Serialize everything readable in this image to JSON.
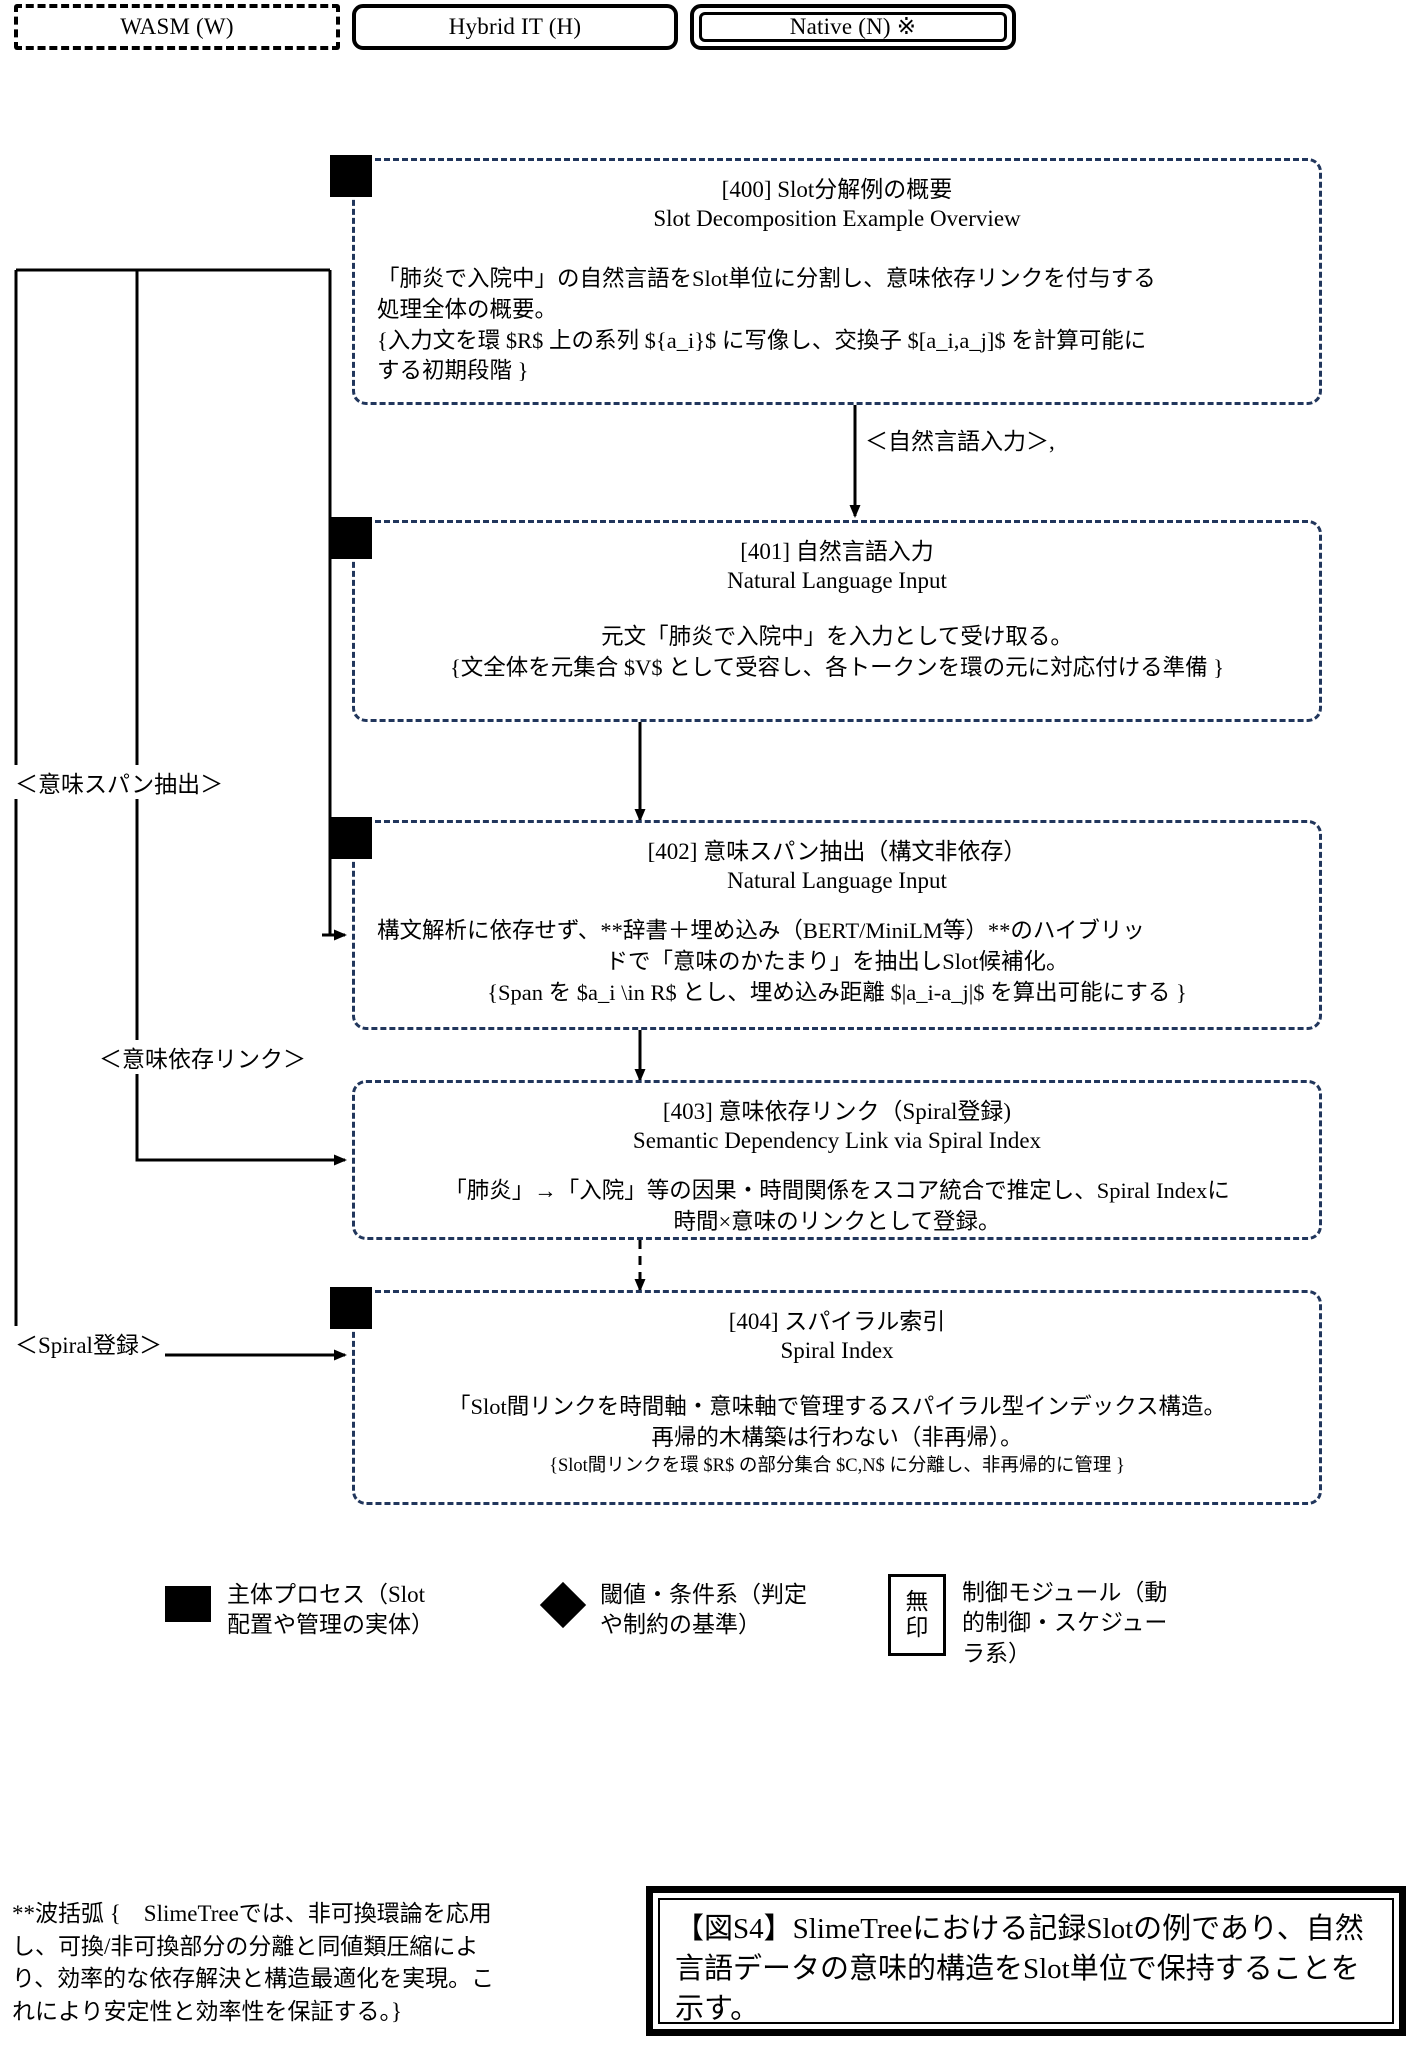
{
  "modes": {
    "wasm": "WASM (W)",
    "hybrid": "Hybrid IT (H)",
    "native": "Native (N) ※"
  },
  "nodes": [
    {
      "id": "400",
      "title_ja": "[400] Slot分解例の概要",
      "title_en": "Slot Decomposition Example Overview",
      "body_lines": [
        "「肺炎で入院中」の自然言語をSlot単位に分割し、意味依存リンクを付与する",
        "処理全体の概要。",
        "{入力文を環 $R$ 上の系列 ${a_i}$ に写像し、交換子 $[a_i,a_j]$ を計算可能に",
        "する初期段階 }"
      ]
    },
    {
      "id": "401",
      "title_ja": "[401] 自然言語入力",
      "title_en": "Natural Language Input",
      "body_lines": [
        "元文「肺炎で入院中」を入力として受け取る。",
        "{文全体を元集合 $V$ として受容し、各トークンを環の元に対応付ける準備 }"
      ]
    },
    {
      "id": "402",
      "title_ja": "[402] 意味スパン抽出（構文非依存）",
      "title_en": "Natural Language Input",
      "body_lines": [
        "構文解析に依存せず、**辞書＋埋め込み（BERT/MiniLM等）**のハイブリッ",
        "ドで「意味のかたまり」を抽出しSlot候補化。",
        "{Span を $a_i \\in R$ とし、埋め込み距離 $|a_i-a_j|$ を算出可能にする }"
      ]
    },
    {
      "id": "403",
      "title_ja": "[403] 意味依存リンク（Spiral登録)",
      "title_en": "Semantic Dependency Link via Spiral Index",
      "body_lines": [
        "「肺炎」→「入院」等の因果・時間関係をスコア統合で推定し、Spiral Indexに",
        "時間×意味のリンクとして登録。"
      ]
    },
    {
      "id": "404",
      "title_ja": "[404] スパイラル索引",
      "title_en": "Spiral Index",
      "body_lines": [
        "「Slot間リンクを時間軸・意味軸で管理するスパイラル型インデックス構造。",
        "再帰的木構築は行わない（非再帰）。"
      ],
      "body_small": "{Slot間リンクを環 $R$ の部分集合 $C,N$ に分離し、非再帰的に管理 }"
    }
  ],
  "edge_labels": [
    "＜自然言語入力＞,",
    "＜意味スパン抽出＞",
    "＜意味依存リンク＞",
    "＜Spiral登録＞"
  ],
  "legend": [
    {
      "shape": "square",
      "text_lines": [
        "主体プロセス（Slot",
        "配置や管理の実体）"
      ]
    },
    {
      "shape": "diamond",
      "text_lines": [
        "閾値・条件系（判定",
        "や制約の基準）"
      ]
    },
    {
      "shape": "plain-box",
      "mark_lines": [
        "無",
        "印"
      ],
      "text_lines": [
        "制御モジュール（動",
        "的制御・スケジュー",
        "ラ系）"
      ]
    }
  ],
  "footnote": "**波括弧 {　SlimeTreeでは、非可換環論を応用し、可換/非可換部分の分離と同値類圧縮により、効率的な依存解決と構造最適化を実現。これにより安定性と効率性を保証する。}",
  "caption": "【図S4】SlimeTreeにおける記録Slotの例であり、自然言語データの意味的構造をSlot単位で保持することを示す。",
  "colors": {
    "box_border": "#21365c",
    "marker": "#000000",
    "background": "#ffffff"
  }
}
